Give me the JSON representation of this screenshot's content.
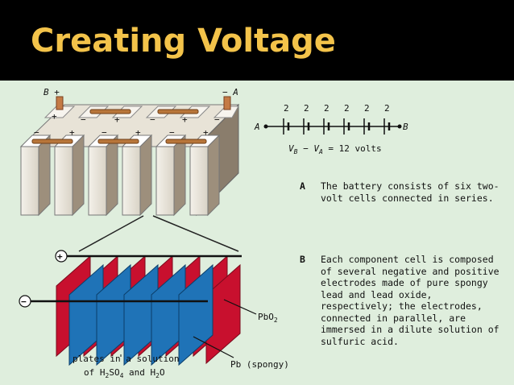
{
  "slide": {
    "title": "Creating Voltage"
  },
  "battery": {
    "terminal_b": "B +",
    "terminal_a": "− A",
    "cell_signs": [
      "+",
      "−",
      "+",
      "−",
      "+",
      "−",
      "+",
      "−",
      "+",
      "−",
      "+",
      "−"
    ]
  },
  "schematic": {
    "cell_voltages": [
      "2",
      "2",
      "2",
      "2",
      "2",
      "2"
    ],
    "left_label": "A",
    "right_label": "B",
    "equation": "VB − VA = 12 volts"
  },
  "cell_detail": {
    "positive_symbol": "+",
    "negative_symbol": "−",
    "pbo2_label": "PbO2",
    "pb_label": "Pb (spongy)",
    "plates_caption_line1": "plates in a solution",
    "plates_caption_line2": "of H2SO4 and H2O"
  },
  "notes": {
    "a_letter": "A",
    "a_text": "The battery consists of six two-volt cells connected in series.",
    "b_letter": "B",
    "b_text": "Each component cell is composed of several negative and positive electrodes made of pure spongy lead and lead oxide, respectively; the electrodes, connected in parallel, are immersed in a dilute solution of sulfuric acid."
  },
  "colors": {
    "title": "#f3c34a",
    "background": "#dfeedd",
    "positive_plate": "#c8102e",
    "negative_plate": "#1f73b7",
    "connector": "#b8763a"
  }
}
